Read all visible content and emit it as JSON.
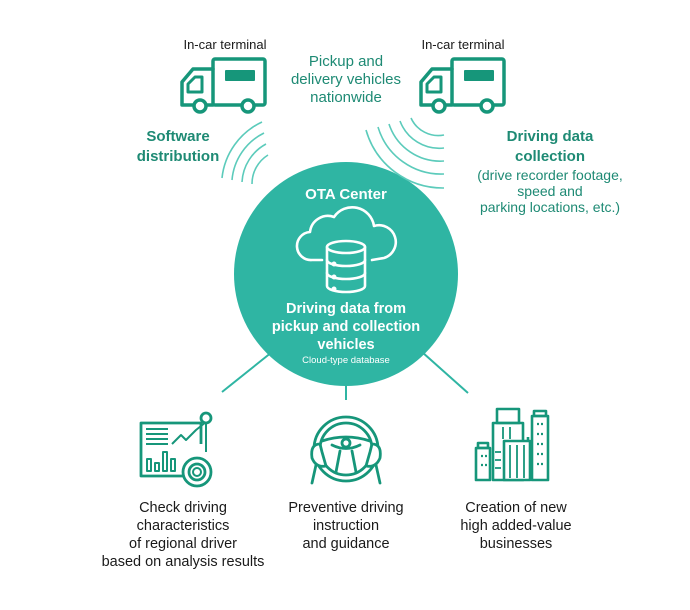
{
  "colors": {
    "teal_primary": "#2fb5a3",
    "teal_icon": "#16967a",
    "teal_text": "#1e8a74",
    "waves": "#5ccbbb",
    "text_dark": "#1a1a1a"
  },
  "top": {
    "left_terminal_label": "In-car terminal",
    "right_terminal_label": "In-car terminal",
    "vehicles_caption": [
      "Pickup and",
      "delivery vehicles",
      "nationwide"
    ]
  },
  "flows": {
    "software_distribution": [
      "Software",
      "distribution"
    ],
    "data_collection_title": [
      "Driving data",
      "collection"
    ],
    "data_collection_detail": [
      "(drive recorder footage,",
      "speed and",
      "parking locations, etc.)"
    ]
  },
  "center": {
    "title": "OTA Center",
    "icon": "cloud-database-icon",
    "subtitle": [
      "Driving data from",
      "pickup and collection",
      "vehicles"
    ],
    "caption": "Cloud-type database"
  },
  "outcomes": [
    {
      "icon": "analytics-dashboard-icon",
      "lines": [
        "Check driving",
        "characteristics",
        "of regional driver",
        "based on analysis results"
      ]
    },
    {
      "icon": "steering-wheel-icon",
      "lines": [
        "Preventive driving",
        "instruction",
        "and guidance"
      ]
    },
    {
      "icon": "city-buildings-icon",
      "lines": [
        "Creation of new",
        "high added-value",
        "businesses"
      ]
    }
  ]
}
